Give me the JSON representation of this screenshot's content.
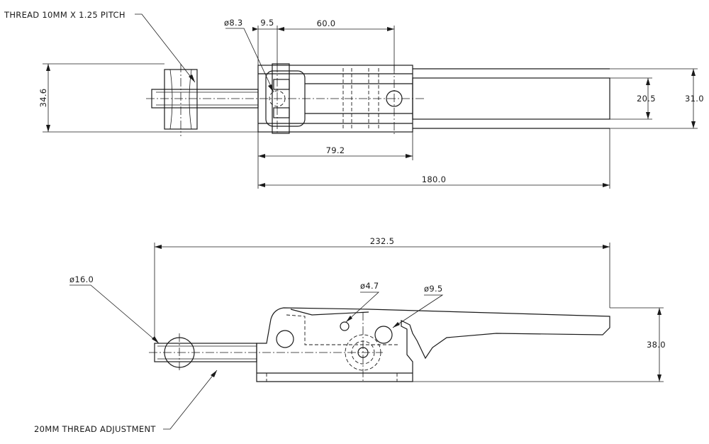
{
  "colors": {
    "line": "#1a1a1a",
    "background": "#ffffff"
  },
  "top_view": {
    "thread_note": "THREAD 10MM X 1.25 PITCH",
    "dims": {
      "hole_dia": "ø8.3",
      "offset": "9.5",
      "pivot_span": "60.0",
      "height_overall": "34.6",
      "width_inner": "20.5",
      "width_outer": "31.0",
      "base_length": "79.2",
      "total_length": "180.0"
    }
  },
  "side_view": {
    "adjust_note": "20MM THREAD ADJUSTMENT",
    "dims": {
      "overall_length": "232.5",
      "knob_dia": "ø16.0",
      "small_hole_dia": "ø4.7",
      "large_hole_dia": "ø9.5",
      "height": "38.0"
    }
  }
}
